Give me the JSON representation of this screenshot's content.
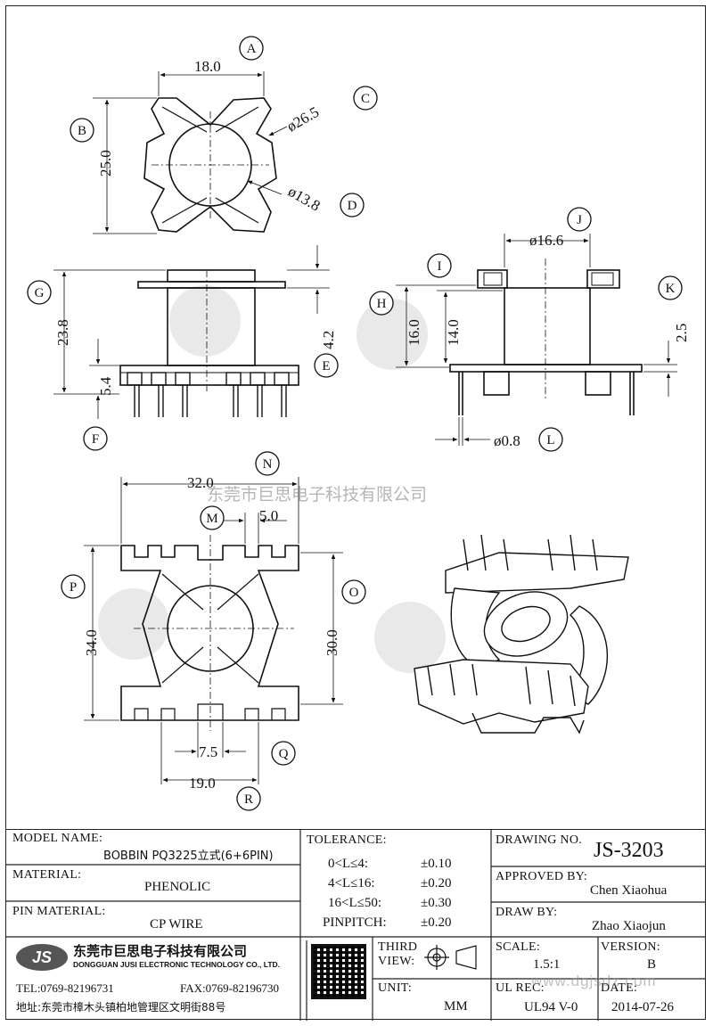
{
  "labels": [
    "A",
    "B",
    "C",
    "D",
    "E",
    "F",
    "G",
    "H",
    "I",
    "J",
    "K",
    "L",
    "M",
    "N",
    "O",
    "P",
    "Q",
    "R"
  ],
  "dims": {
    "a": "18.0",
    "b": "25.0",
    "c": "ø26.5",
    "d": "ø13.8",
    "g": "23.8",
    "e": "4.2",
    "f": "5.4",
    "j": "ø16.6",
    "h": "16.0",
    "i": "14.0",
    "k": "2.5",
    "l": "ø0.8",
    "n": "32.0",
    "m": "5.0",
    "p": "34.0",
    "o": "30.0",
    "q": "7.5",
    "r": "19.0"
  },
  "watermark_text": "东莞市巨思电子科技有限公司",
  "title_block": {
    "model_name_label": "MODEL NAME:",
    "model_name": "BOBBIN PQ3225立式(6+6PIN)",
    "material_label": "MATERIAL:",
    "material": "PHENOLIC",
    "pin_material_label": "PIN MATERIAL:",
    "pin_material": "CP WIRE",
    "tolerance_label": "TOLERANCE:",
    "tolerances": [
      {
        "range": "0<L≤4:",
        "value": "±0.10"
      },
      {
        "range": "4<L≤16:",
        "value": "±0.20"
      },
      {
        "range": "16<L≤50:",
        "value": "±0.30"
      },
      {
        "range": "PINPITCH:",
        "value": "±0.20"
      }
    ],
    "company_logo": "JS",
    "company_cn": "东莞市巨思电子科技有限公司",
    "company_en": "DONGGUAN JUSI ELECTRONIC TECHNOLOGY CO., LTD.",
    "tel": "TEL:0769-82196731",
    "fax": "FAX:0769-82196730",
    "address": "地址:东莞市樟木头镇柏地管理区文明街88号",
    "third_view_label": "THIRD VIEW:",
    "unit_label": "UNIT:",
    "unit": "MM",
    "drawing_no_label": "DRAWING NO.",
    "drawing_no": "JS-3203",
    "approved_by_label": "APPROVED BY:",
    "approved_by": "Chen Xiaohua",
    "draw_by_label": "DRAW BY:",
    "draw_by": "Zhao Xiaojun",
    "scale_label": "SCALE:",
    "scale": "1.5:1",
    "version_label": "VERSION:",
    "version": "B",
    "ul_rec_label": "UL REC:",
    "ul_rec": "UL94 V-0",
    "date_label": "DATE:",
    "date": "2014-07-26",
    "website_watermark": "www.dgjsdz.com"
  }
}
